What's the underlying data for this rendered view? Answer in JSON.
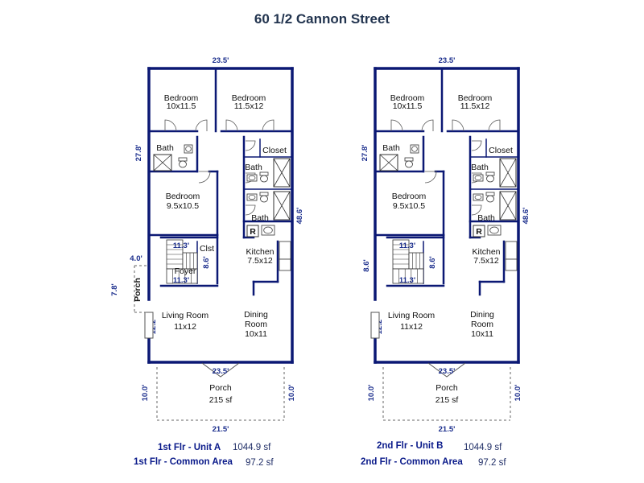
{
  "title": "60 1/2 Cannon Street",
  "colors": {
    "wall": "#0b1874",
    "dim": "#1a2d8c",
    "text": "#111111",
    "summary_label": "#0a1a8a",
    "porch_dash": "#666666"
  },
  "plans": [
    {
      "id": "a",
      "labels": {
        "dim_top": "23.5'",
        "dim_left_upper": "27.8'",
        "dim_right": "48.6'",
        "dim_side_porch": "4.0'",
        "dim_side_porch_height": "7.8'",
        "dim_stair_top": "11.3'",
        "dim_stair_side": "8.6'",
        "dim_stair_bottom": "11.3'",
        "dim_door_small": "12.2'",
        "dim_front_top": "23.5'",
        "dim_porch_left": "10.0'",
        "dim_porch_right": "10.0'",
        "dim_porch_bottom": "21.5'",
        "room_bedroom1": "Bedroom",
        "room_bedroom1_size": "10x11.5",
        "room_bedroom2": "Bedroom",
        "room_bedroom2_size": "11.5x12",
        "room_bath1": "Bath",
        "room_closet": "Closet",
        "room_bath2": "Bath",
        "room_bath3": "Bath",
        "room_bedroom3": "Bedroom",
        "room_bedroom3_size": "9.5x10.5",
        "appliance_r": "R",
        "room_kitchen": "Kitchen",
        "room_kitchen_size": "7.5x12",
        "room_clst": "Clst",
        "room_foyer": "Foyer",
        "room_side_porch": "Porch",
        "room_living": "Living Room",
        "room_living_size": "11x12",
        "room_dining": "Dining",
        "room_dining2": "Room",
        "room_dining_size": "10x11",
        "room_porch": "Porch",
        "room_porch_size": "215 sf"
      },
      "summary": [
        {
          "label": "1st Flr - Unit A",
          "value": "1044.9 sf"
        },
        {
          "label": "1st Flr - Common Area",
          "value": "97.2 sf"
        }
      ]
    },
    {
      "id": "b",
      "labels": {
        "dim_top": "23.5'",
        "dim_left_upper": "27.8'",
        "dim_right": "48.6'",
        "dim_stair_top": "11.3'",
        "dim_stair_side": "8.6'",
        "dim_stair_side2": "8.6'",
        "dim_stair_bottom": "11.3'",
        "dim_door_small": "12.2'",
        "dim_front_top": "23.5'",
        "dim_porch_left": "10.0'",
        "dim_porch_right": "10.0'",
        "dim_porch_bottom": "21.5'",
        "room_bedroom1": "Bedroom",
        "room_bedroom1_size": "10x11.5",
        "room_bedroom2": "Bedroom",
        "room_bedroom2_size": "11.5x12",
        "room_bath1": "Bath",
        "room_closet": "Closet",
        "room_bath2": "Bath",
        "room_bath3": "Bath",
        "room_bedroom3": "Bedroom",
        "room_bedroom3_size": "9.5x10.5",
        "appliance_r": "R",
        "room_kitchen": "Kitchen",
        "room_kitchen_size": "7.5x12",
        "room_living": "Living Room",
        "room_living_size": "11x12",
        "room_dining": "Dining",
        "room_dining2": "Room",
        "room_dining_size": "10x11",
        "room_porch": "Porch",
        "room_porch_size": "215 sf"
      },
      "summary": [
        {
          "label": "2nd Flr - Unit B",
          "value": "1044.9 sf"
        },
        {
          "label": "2nd Flr - Common Area",
          "value": "97.2 sf"
        }
      ]
    }
  ]
}
